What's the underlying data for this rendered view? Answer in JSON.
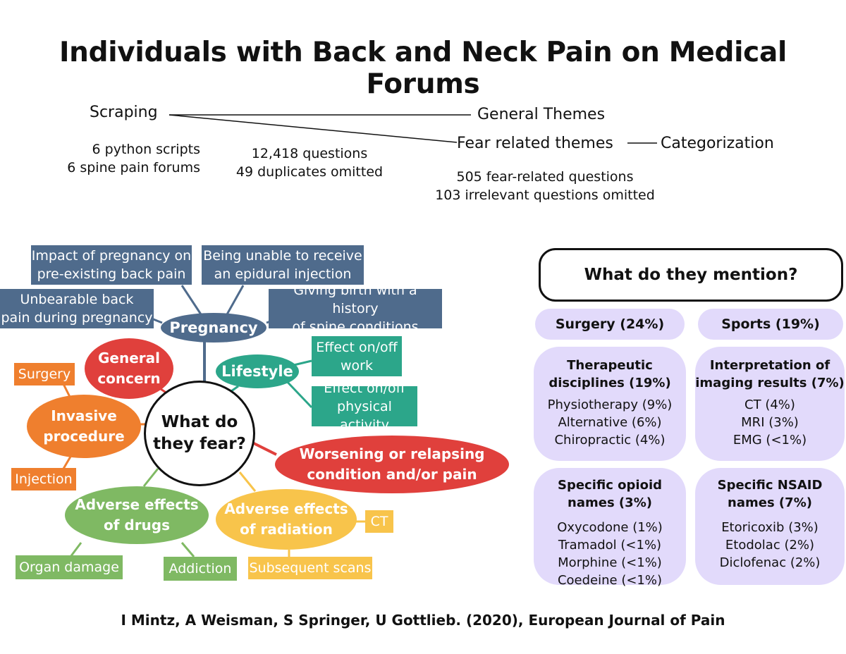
{
  "title": "Individuals with Back and Neck Pain on Medical Forums",
  "flow": {
    "scraping": "Scraping",
    "general_themes": "General Themes",
    "fear_themes": "Fear related themes",
    "categorization": "Categorization",
    "scraping_sub": [
      "6 python scripts",
      "6 spine pain forums"
    ],
    "questions_sub": [
      "12,418 questions",
      "49 duplicates omitted"
    ],
    "fear_sub": [
      "505 fear-related questions",
      "103 irrelevant questions omitted"
    ]
  },
  "fear_map": {
    "center": [
      "What do",
      "they fear?"
    ],
    "pregnancy": {
      "label": "Pregnancy",
      "color": "#4f6b8c",
      "items": [
        [
          "Impact of pregnancy on",
          "pre-existing back pain"
        ],
        [
          "Being unable to receive",
          "an epidural injection"
        ],
        [
          "Unbearable back",
          "pain during pregnancy"
        ],
        [
          "Giving birth with a history",
          "of spine conditions"
        ]
      ]
    },
    "lifestyle": {
      "label": "Lifestyle",
      "color": "#2ca68a",
      "items": [
        [
          "Effect on/off",
          "work"
        ],
        [
          "Effect on/off",
          "physical activity"
        ]
      ]
    },
    "general_concern": {
      "label": [
        "General",
        "concern"
      ],
      "color": "#e0403c"
    },
    "invasive": {
      "label": [
        "Invasive",
        "procedure"
      ],
      "color": "#ef7f2e",
      "items": [
        "Surgery",
        "Injection"
      ]
    },
    "worsening": {
      "label": [
        "Worsening or relapsing",
        "condition and/or pain"
      ],
      "color": "#e0403c"
    },
    "drugs": {
      "label": [
        "Adverse effects",
        "of drugs"
      ],
      "color": "#7fb963",
      "items": [
        "Organ damage",
        "Addiction"
      ]
    },
    "radiation": {
      "label": [
        "Adverse effects",
        "of radiation"
      ],
      "color": "#f8c44b",
      "items": [
        "CT",
        "Subsequent scans"
      ]
    }
  },
  "mention": {
    "title": "What do they mention?",
    "surgery": "Surgery (24%)",
    "sports": "Sports (19%)",
    "cards": [
      {
        "head": [
          "Therapeutic",
          "disciplines (19%)"
        ],
        "items": [
          "Physiotherapy (9%)",
          "Alternative (6%)",
          "Chiropractic (4%)"
        ]
      },
      {
        "head": [
          "Interpretation of",
          "imaging results (7%)"
        ],
        "items": [
          "CT (4%)",
          "MRI (3%)",
          "EMG (<1%)"
        ]
      },
      {
        "head": [
          "Specific opioid",
          "names (3%)"
        ],
        "items": [
          "Oxycodone (1%)",
          "Tramadol (<1%)",
          "Morphine (<1%)",
          "Coedeine (<1%)"
        ]
      },
      {
        "head": [
          "Specific NSAID",
          "names (7%)"
        ],
        "items": [
          "Etoricoxib (3%)",
          "Etodolac (2%)",
          "Diclofenac (2%)"
        ]
      }
    ]
  },
  "footer": "I Mintz, A Weisman, S Springer, U Gottlieb. (2020), European Journal of Pain"
}
